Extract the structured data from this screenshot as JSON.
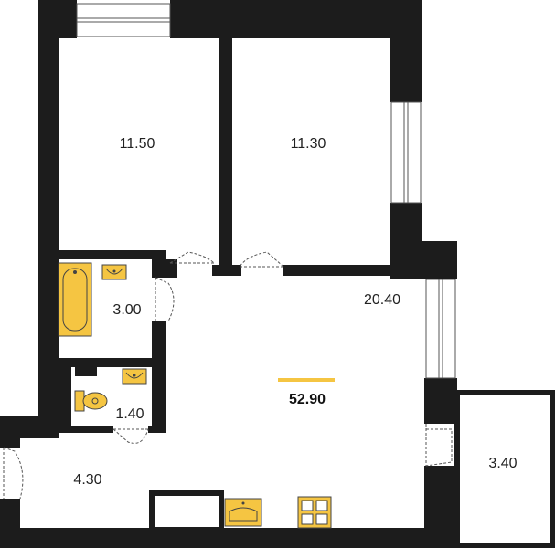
{
  "floorplan": {
    "total_area": "52.90",
    "rooms": [
      {
        "id": "bedroom-1",
        "area": "11.50"
      },
      {
        "id": "bedroom-2",
        "area": "11.30"
      },
      {
        "id": "kitchen-living",
        "area": "20.40"
      },
      {
        "id": "bathroom",
        "area": "3.00"
      },
      {
        "id": "toilet",
        "area": "1.40"
      },
      {
        "id": "hallway",
        "area": "4.30"
      },
      {
        "id": "balcony",
        "area": "3.40"
      }
    ],
    "fixtures": [
      "bathtub-icon",
      "sink-icon",
      "toilet-icon",
      "kitchen-sink-icon",
      "stove-icon"
    ],
    "colors": {
      "wall": "#1c1c1c",
      "fixture": "#f5c542",
      "total_underline": "#f5c542",
      "window": "#ffffff"
    }
  }
}
